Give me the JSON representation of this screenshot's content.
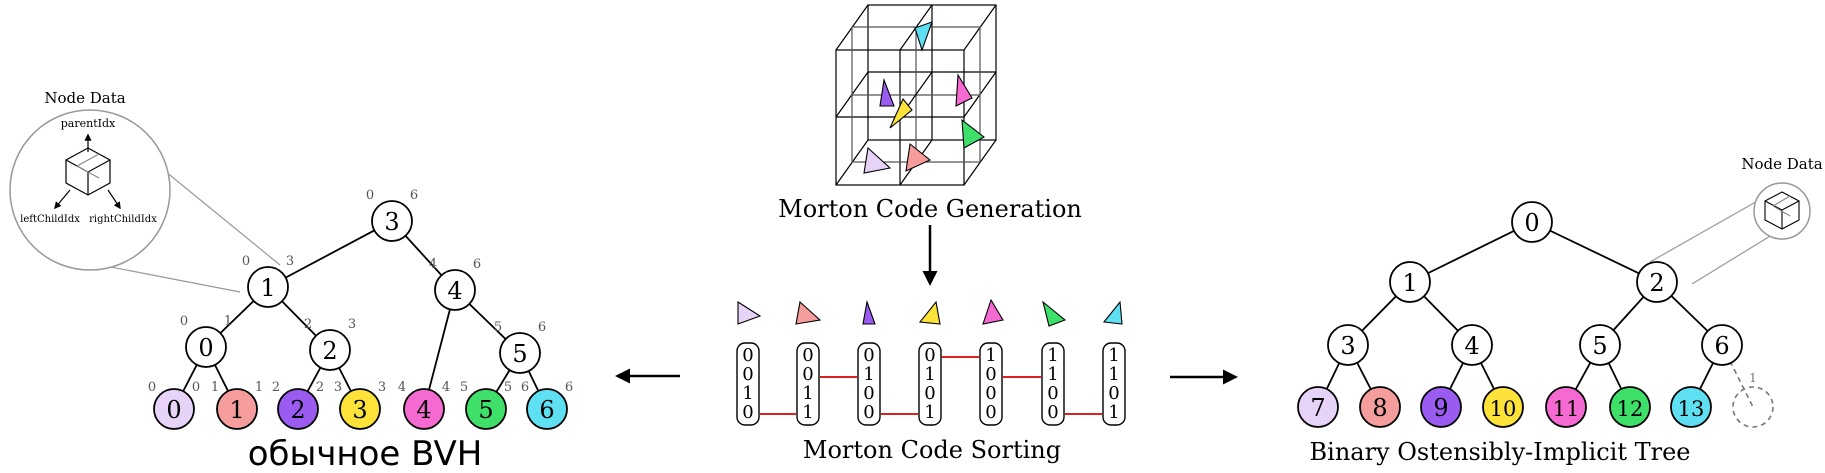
{
  "left": {
    "node_data_title": "Node Data",
    "node_data_labels": {
      "parent": "parentIdx",
      "left_child": "leftChildIdx",
      "right_child": "rightChildIdx"
    },
    "caption": "обычное BVH",
    "internal_nodes": [
      {
        "label": "3",
        "range": [
          "0",
          "6"
        ]
      },
      {
        "label": "1",
        "range": [
          "0",
          "3"
        ]
      },
      {
        "label": "4",
        "range": [
          "4",
          "6"
        ]
      },
      {
        "label": "0",
        "range": [
          "0",
          "1"
        ]
      },
      {
        "label": "2",
        "range": [
          "2",
          "3"
        ]
      },
      {
        "label": "5",
        "range": [
          "5",
          "6"
        ]
      }
    ],
    "leaves": [
      {
        "label": "0",
        "range": [
          "0",
          "0"
        ],
        "color": "#e6d3f7"
      },
      {
        "label": "1",
        "range": [
          "1",
          "1"
        ],
        "color": "#f59c9c"
      },
      {
        "label": "2",
        "range": [
          "2",
          "2"
        ],
        "color": "#9a5cf0"
      },
      {
        "label": "3",
        "range": [
          "3",
          "3"
        ],
        "color": "#fde23a"
      },
      {
        "label": "4",
        "range": [
          "4",
          "4"
        ],
        "color": "#f46ad0"
      },
      {
        "label": "5",
        "range": [
          "5",
          "5"
        ],
        "color": "#3fe06a"
      },
      {
        "label": "6",
        "range": [
          "6",
          "6"
        ],
        "color": "#5ee0f2"
      }
    ]
  },
  "center": {
    "generation_caption": "Morton Code Generation",
    "sorting_caption": "Morton Code Sorting",
    "codes": [
      {
        "bits": [
          "0",
          "0",
          "1",
          "0"
        ],
        "color": "#e6d3f7"
      },
      {
        "bits": [
          "0",
          "0",
          "1",
          "1"
        ],
        "color": "#f59c9c"
      },
      {
        "bits": [
          "0",
          "1",
          "0",
          "0"
        ],
        "color": "#9a5cf0"
      },
      {
        "bits": [
          "0",
          "1",
          "0",
          "1"
        ],
        "color": "#fde23a"
      },
      {
        "bits": [
          "1",
          "0",
          "0",
          "0"
        ],
        "color": "#f46ad0"
      },
      {
        "bits": [
          "1",
          "1",
          "0",
          "0"
        ],
        "color": "#3fe06a"
      },
      {
        "bits": [
          "1",
          "1",
          "0",
          "1"
        ],
        "color": "#5ee0f2"
      }
    ]
  },
  "right": {
    "node_data_title": "Node Data",
    "caption": "Binary Ostensibly-Implicit Tree",
    "internal_nodes": [
      "0",
      "1",
      "2",
      "3",
      "4",
      "5",
      "6"
    ],
    "leaves": [
      {
        "label": "7",
        "color": "#e6d3f7"
      },
      {
        "label": "8",
        "color": "#f59c9c"
      },
      {
        "label": "9",
        "color": "#9a5cf0"
      },
      {
        "label": "10",
        "color": "#fde23a"
      },
      {
        "label": "11",
        "color": "#f46ad0"
      },
      {
        "label": "12",
        "color": "#3fe06a"
      },
      {
        "label": "13",
        "color": "#5ee0f2"
      }
    ],
    "dashed_leaf_label": "1"
  }
}
